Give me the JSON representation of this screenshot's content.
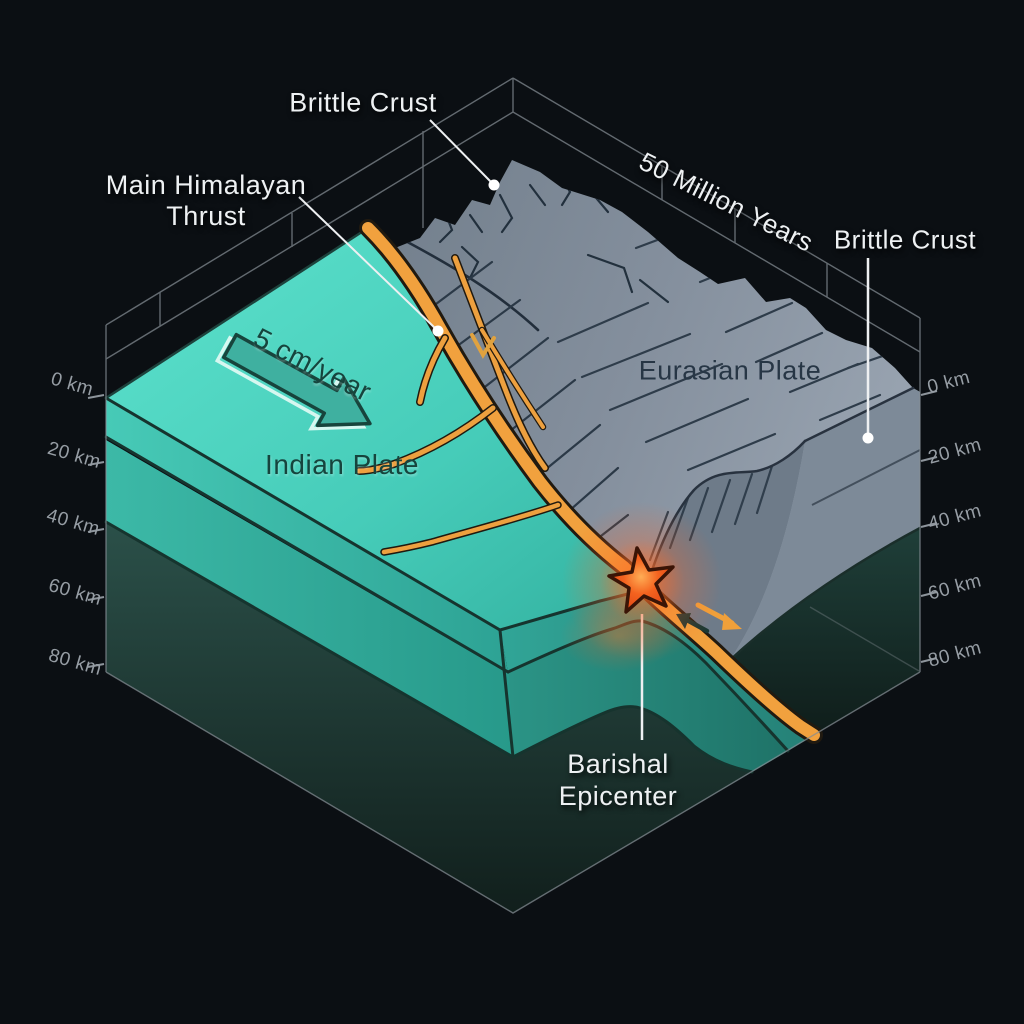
{
  "diagram": {
    "type": "3D tectonic block diagram of Indian-Eurasian plate collision",
    "labels": {
      "brittle_crust_top": "Brittle Crust",
      "main_himalayan_thrust": "Main Himalayan Thrust",
      "fifty_million_years": "50 Million Years",
      "brittle_crust_right": "Brittle Crust",
      "eurasian_plate": "Eurasian Plate",
      "indian_plate": "Indian Plate",
      "convergence_rate": "5 cm/year",
      "epicenter": "Barishal Epicenter"
    },
    "depth_scale_left": [
      "0 km",
      "20 km",
      "40 km",
      "60 km",
      "80 km"
    ],
    "depth_scale_right": [
      "0 km",
      "20 km",
      "40 km",
      "60 km",
      "80 km"
    ],
    "colors": {
      "background": "#0b0f13",
      "indian_plate_teal": "#4fd4c0",
      "eurasian_plate_gray": "#8b97a5",
      "fault_orange": "#f1a13e",
      "star_red": "#ee5a1f",
      "mantle_dark": "#23443e",
      "text_light": "#eef1f3",
      "text_dark": "#273645",
      "scale_text": "#969da4"
    }
  }
}
